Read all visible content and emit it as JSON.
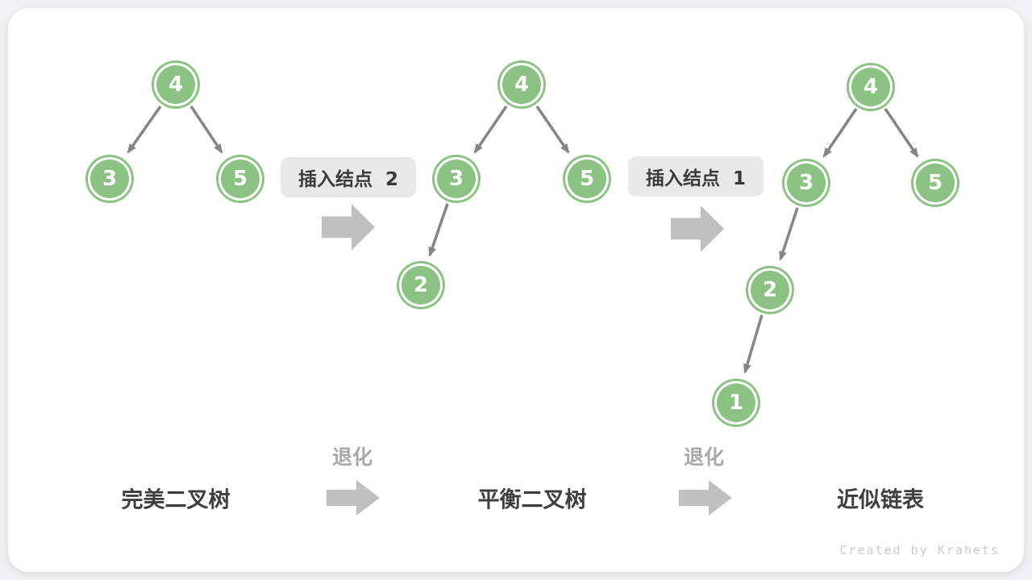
{
  "colors": {
    "page_background": "#f0f1f2",
    "card_background": "#ffffff",
    "node_green": "#8cc385",
    "node_text": "#ffffff",
    "edge_gray": "#858585",
    "block_arrow_gray": "#c0c0c0",
    "label_box_background": "#e9e9e9",
    "caption_dark": "#3e3e3e",
    "degrade_gray": "#a9a9a9",
    "watermark_gray": "#cbcbcb"
  },
  "trees": [
    {
      "caption": "完美二叉树",
      "nodes": [
        {
          "value": "4"
        },
        {
          "value": "3"
        },
        {
          "value": "5"
        }
      ]
    },
    {
      "caption": "平衡二叉树",
      "nodes": [
        {
          "value": "4"
        },
        {
          "value": "3"
        },
        {
          "value": "5"
        },
        {
          "value": "2"
        }
      ]
    },
    {
      "caption": "近似链表",
      "nodes": [
        {
          "value": "4"
        },
        {
          "value": "3"
        },
        {
          "value": "5"
        },
        {
          "value": "2"
        },
        {
          "value": "1"
        }
      ]
    }
  ],
  "transition_labels": [
    {
      "text": "插入结点  2"
    },
    {
      "text": "插入结点  1"
    }
  ],
  "degrade_label": "退化",
  "watermark": "Created by Krahets"
}
